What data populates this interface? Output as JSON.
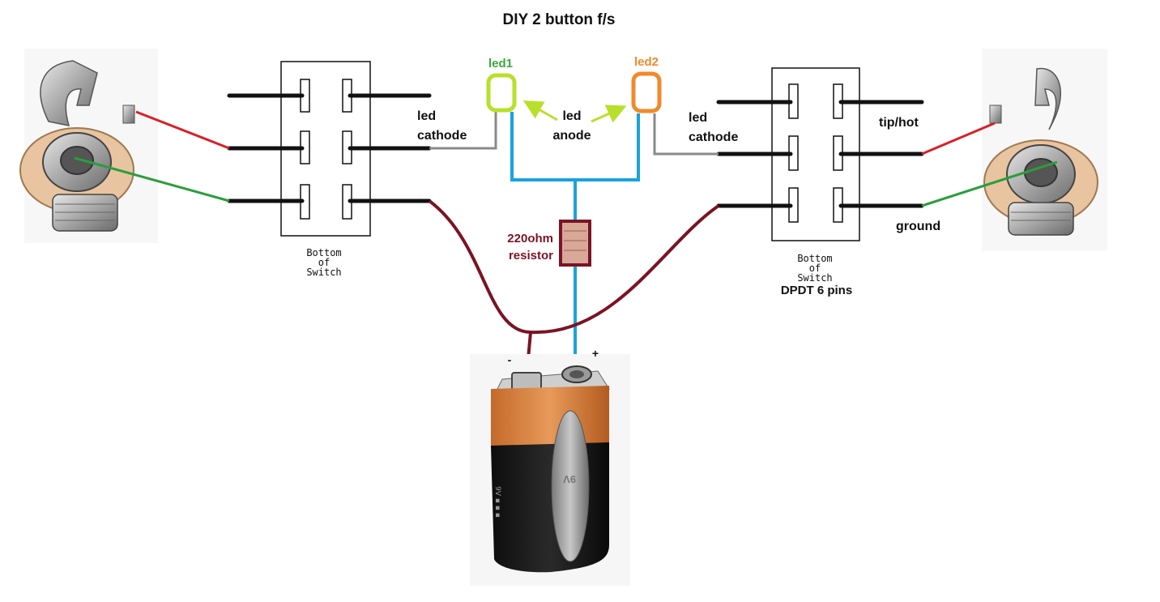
{
  "title": "DIY 2 button f/s",
  "labels": {
    "led1": "led1",
    "led2": "led2",
    "led_anode_line1": "led",
    "led_anode_line2": "anode",
    "led_cathode_left_line1": "led",
    "led_cathode_left_line2": "cathode",
    "led_cathode_right_line1": "led",
    "led_cathode_right_line2": "cathode",
    "tip_hot": "tip/hot",
    "ground": "ground",
    "resistor_line1": "220ohm",
    "resistor_line2": "resistor",
    "switch_left_line1": "Bottom",
    "switch_left_line2": "of",
    "switch_left_line3": "Switch",
    "switch_right_line1": "Bottom",
    "switch_right_line2": "of",
    "switch_right_line3": "Switch",
    "switch_right_type": "DPDT 6 pins",
    "battery_minus": "-",
    "battery_plus": "+",
    "battery_voltage": "9V"
  },
  "colors": {
    "wire_black": "#111111",
    "wire_red": "#d8202a",
    "wire_green": "#2a9e3c",
    "wire_blue": "#1aa3d9",
    "wire_gray": "#8a8a8a",
    "wire_maroon": "#7a1424",
    "led1": "#b8e02a",
    "led2": "#f08a2a",
    "led1_label": "#3aa83a",
    "led2_label": "#f08a2a",
    "arrow": "#b8e02a",
    "resistor_label": "#7a1424",
    "battery_orange": "#d9874a",
    "battery_black": "#1a1a1a"
  }
}
